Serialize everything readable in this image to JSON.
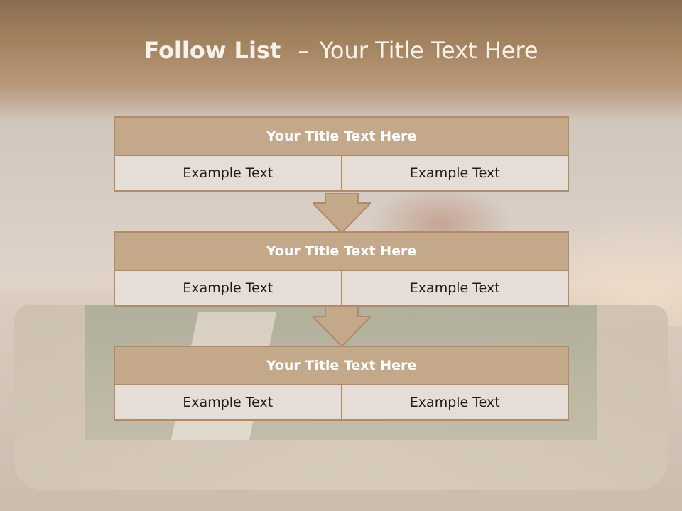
{
  "slide": {
    "title_bold": "Follow List",
    "title_dash": "–",
    "title_rest": "Your Title Text Here"
  },
  "blocks": [
    {
      "title": "Your Title Text Here",
      "left": "Example Text",
      "right": "Example Text"
    },
    {
      "title": "Your Title Text Here",
      "left": "Example Text",
      "right": "Example Text"
    },
    {
      "title": "Your Title Text Here",
      "left": "Example Text",
      "right": "Example Text"
    }
  ],
  "colors": {
    "header_fill": "#c4a88a",
    "border": "#b28a66",
    "cell_fill": "#e6ddd6",
    "arrow_fill": "#c4a88a"
  }
}
